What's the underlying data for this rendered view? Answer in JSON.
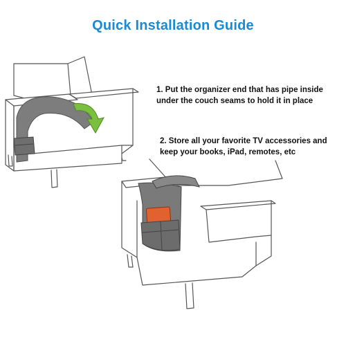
{
  "title": "Quick Installation Guide",
  "steps": [
    {
      "lines": [
        "1. Put the organizer end that has pipe inside",
        "under the couch seams to hold it in place"
      ]
    },
    {
      "lines": [
        "2. Store all your favorite TV accessories and",
        "keep your books, iPad, remotes, etc"
      ]
    }
  ],
  "colors": {
    "title": "#1a8ad4",
    "organizer": "#7d7d7d",
    "arrow": "#7bbf3e",
    "tablet": "#e0622f"
  },
  "icons": [
    "armchair-install-illustration",
    "green-arrow-icon",
    "armchair-organizer-illustration"
  ]
}
